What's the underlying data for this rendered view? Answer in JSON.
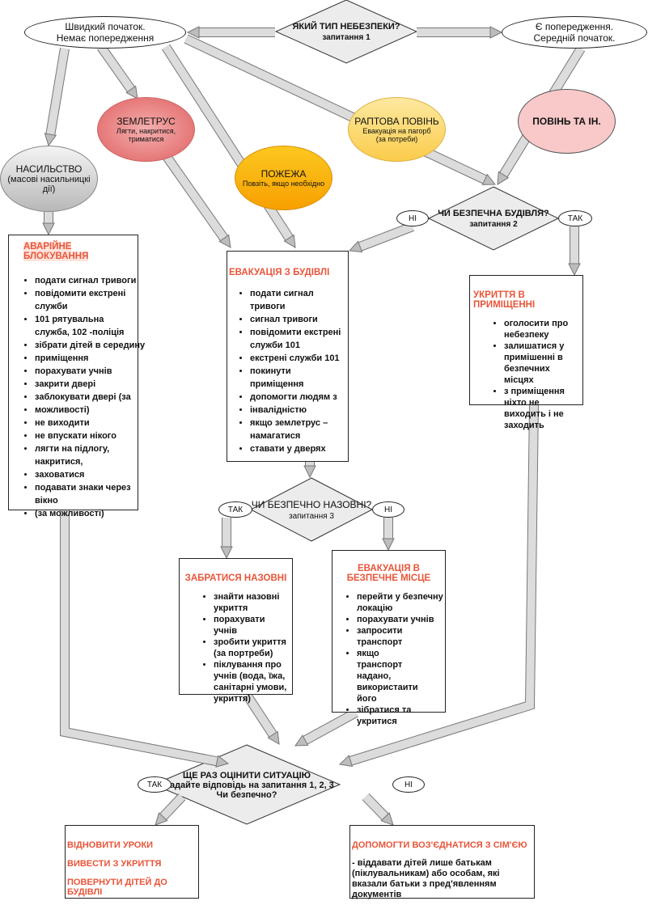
{
  "diagram": {
    "q1": {
      "title": "ЯКИЙ ТИП НЕБЕЗПЕКИ?",
      "sub": "запитання 1"
    },
    "fast_start": {
      "line1": "Швидкий початок.",
      "line2": "Немає попередження"
    },
    "warned": {
      "line1": "Є попередження.",
      "line2": "Середній початок."
    },
    "violence": {
      "title": "НАСИЛЬСТВО",
      "sub": "(масові насильницкі дії)"
    },
    "earthquake": {
      "title": "ЗЕМЛЕТРУС",
      "sub": "Лягти, накритися, триматися"
    },
    "fire": {
      "title": "ПОЖЕЖА",
      "sub": "Повзіть, якщо необхідно"
    },
    "flash_flood": {
      "title": "РАПТОВА ПОВІНЬ",
      "sub1": "Евакуація на пагорб",
      "sub2": "(за потреби)"
    },
    "flood_etc": {
      "title": "ПОВІНЬ ТА ІН."
    },
    "q2": {
      "title": "ЧИ БЕЗПЕЧНА БУДІВЛЯ?",
      "sub": "запитання 2",
      "no": "НІ",
      "yes": "ТАК"
    },
    "lockdown": {
      "title": "АВАРІЙНЕ БЛОКУВАННЯ",
      "items": [
        " подати сигнал тривоги",
        "повідомити екстрені служби",
        "101 рятувальна служба, 102 -поліція",
        "зібрати дітей в середину",
        "приміщення",
        "порахувати учнів",
        "закрити двері",
        "заблокувати двері (за",
        "можливості)",
        "не виходити",
        "не впускати нікого",
        "лягти на підлогу, накритися,",
        "заховатися",
        "подавати знаки через вікно",
        "(за можливості)"
      ]
    },
    "evacuate_building": {
      "title": "ЕВАКУАЦІЯ З БУДІВЛІ",
      "items": [
        "подати сигнал тривоги",
        "сигнал тривоги",
        "повідомити екстрені служби 101",
        "екстрені служби 101",
        "покинути приміщення",
        "допомогти людям з",
        "інвалідністю",
        "якщо землетрус – намагатися",
        "ставати у дверях"
      ]
    },
    "shelter": {
      "title": "УКРИТТЯ В ПРИМІЩЕННІ",
      "items": [
        "оголосити про небезпеку",
        "залишатися у примішенні в безпечних місцях",
        "з приміщення ніхто не виходить і не заходить"
      ]
    },
    "q3": {
      "title": "ЧИ БЕЗПЕЧНО НАЗОВНІ?",
      "sub": "запитання 3",
      "yes": "ТАК",
      "no": "НІ"
    },
    "go_outside": {
      "title": "ЗАБРАТИСЯ НАЗОВНІ",
      "items": [
        "знайти назовні укриття",
        "порахувати учнів",
        "зробити укриття (за портреби)",
        "піклування про учнів (вода, їжа, санітарні умови, укриття)"
      ]
    },
    "evacuate_safe": {
      "title": "ЕВАКУАЦІЯ В БЕЗПЕЧНЕ МІСЦЕ",
      "items": [
        "перейти у безпечну локацію",
        "порахувати учнів",
        "запросити транспорт",
        "якщо транспорт надано, використаити його",
        "зібратися та укритися"
      ]
    },
    "q4": {
      "line1": "ЩЕ РАЗ ОЦІНИТИ СИТУАЦІЮ",
      "line2": "і надайте відповідь на запитання 1, 2, 3",
      "line3": "Чи безпечно?",
      "yes": "ТАК",
      "no": "НІ"
    },
    "resume": {
      "lines": [
        "ВІДНОВИТИ УРОКИ",
        "ВИВЕСТИ З УКРИТТЯ",
        "ПОВЕРНУТИ ДІТЕЙ ДО БУДІВЛІ"
      ]
    },
    "reunify": {
      "title": "ДОПОМОГТИ ВОЗ'ЄДНАТИСЯ З СІМ'ЄЮ",
      "text": "- віддавати дітей лише батькам (піклувальникам) або особам, які вказали батьки з пред'явленням документів"
    }
  },
  "colors": {
    "accent": "#e8553a",
    "arrow": "#d4d4d4",
    "diamond": "#ececec",
    "earthquake": "#e56a6a",
    "fire": "#f9a800",
    "flash_flood": "#fcd566",
    "flood_etc": "#f9c9c9",
    "violence": "#c8c8c8"
  }
}
